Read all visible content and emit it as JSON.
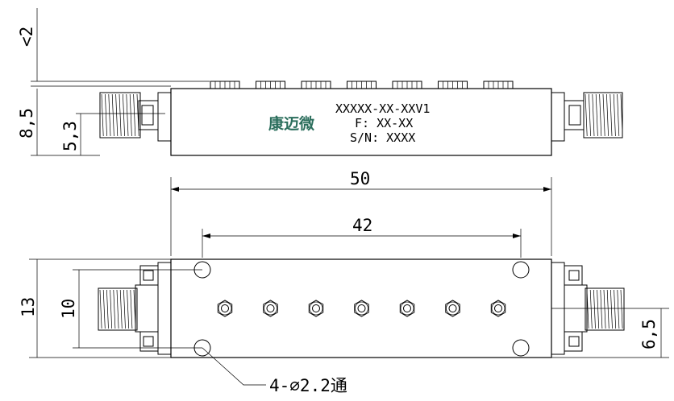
{
  "side_view": {
    "dims": {
      "top_gap": "<2",
      "height": "8,5",
      "connector_height": "5,3"
    },
    "logo": "康迈微",
    "label_lines": [
      "XXXXX-XX-XXV1",
      "F: XX-XX",
      "S/N: XXXX"
    ]
  },
  "top_view": {
    "dims": {
      "length": "50",
      "hole_spacing": "42",
      "width": "13",
      "hole_pitch_vertical": "10",
      "connector_offset": "6,5"
    },
    "hole_callout": "4-∅2.2通",
    "tuning_screw_count": 7
  },
  "colors": {
    "line": "#000000",
    "logo": "#2b6e5c"
  }
}
